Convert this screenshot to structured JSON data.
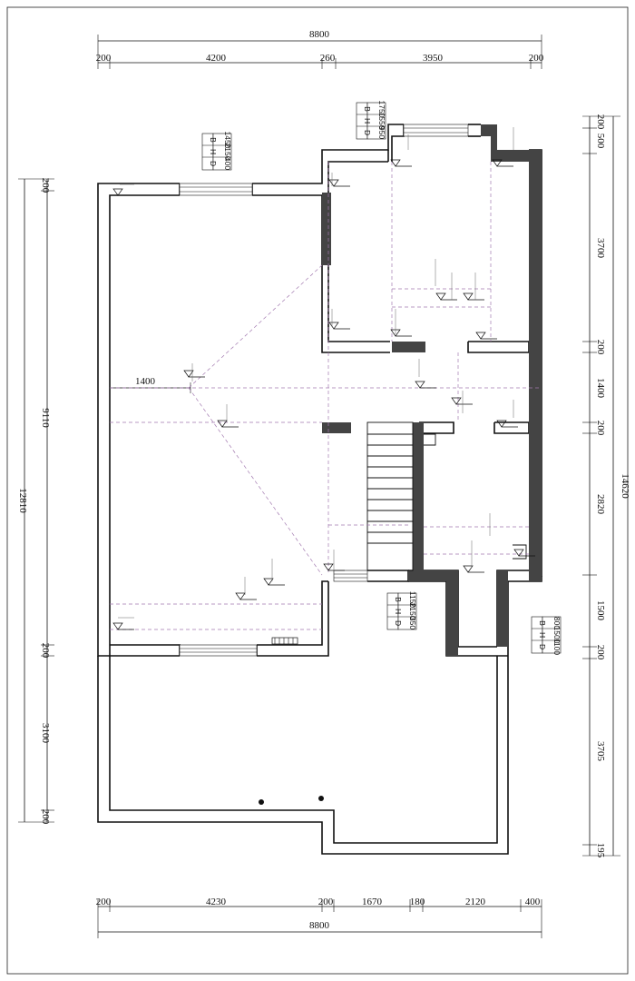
{
  "plan": {
    "top_dims": {
      "total": "8800",
      "segments": [
        "200",
        "4200",
        "260",
        "3950",
        "200"
      ]
    },
    "bottom_dims": {
      "total": "8800",
      "segments": [
        "200",
        "4230",
        "200",
        "1670",
        "180",
        "2120",
        "400"
      ]
    },
    "left_dims": {
      "total": "12810",
      "segments": [
        "200",
        "9110",
        "200",
        "3100",
        "200"
      ]
    },
    "right_dims": {
      "total": "14620",
      "segments": [
        "200",
        "500",
        "3700",
        "200",
        "1400",
        "200",
        "2820",
        "1500",
        "200",
        "3705",
        "195"
      ]
    },
    "inner_dim": "1400",
    "schedules": [
      {
        "rows": [
          [
            "B",
            "1450"
          ],
          [
            "H",
            "2150"
          ],
          [
            "D",
            "400"
          ]
        ]
      },
      {
        "rows": [
          [
            "B",
            "1750"
          ],
          [
            "H",
            "1550"
          ],
          [
            "D",
            "950"
          ]
        ]
      },
      {
        "rows": [
          [
            "B",
            "1150"
          ],
          [
            "H",
            "2150"
          ],
          [
            "D",
            "350"
          ]
        ]
      },
      {
        "rows": [
          [
            "B",
            "800"
          ],
          [
            "H",
            "1500"
          ],
          [
            "D",
            "1100"
          ]
        ]
      }
    ]
  }
}
